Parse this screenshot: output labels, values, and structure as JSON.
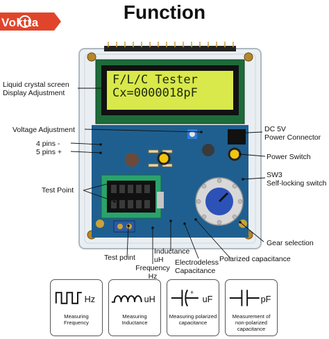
{
  "header": {
    "title": "Function",
    "brand": "Voktta"
  },
  "device": {
    "lcd_line1": "F/L/C Tester",
    "lcd_line2": "Cx=0000018pF"
  },
  "callouts": {
    "lcd": [
      "Liquid crystal screen",
      "Display Adjustment"
    ],
    "voltage": "Voltage Adjustment",
    "pins_minus": "4 pins -",
    "pins_plus": "5 pins +",
    "test_point_left": "Test Point",
    "test_point_bottom": "Test point",
    "dc_power": [
      "DC 5V",
      "Power Connector"
    ],
    "power_switch": "Power Switch",
    "sw3": [
      "SW3",
      "Self-locking switch"
    ],
    "gear": "Gear selection",
    "polarized": "Polarized capacitance",
    "electrodeless": [
      "Electrodeless",
      "Capacitance"
    ],
    "inductance": [
      "Inductance",
      "uH"
    ],
    "frequency": [
      "Frequency",
      "Hz"
    ]
  },
  "cards": [
    {
      "unit": "Hz",
      "caption": [
        "Measuring",
        "Frequency"
      ],
      "icon": "square-wave-icon"
    },
    {
      "unit": "uH",
      "caption": [
        "Measuring",
        "Inductance"
      ],
      "icon": "inductor-coil-icon"
    },
    {
      "unit": "uF",
      "caption": [
        "Measuring polarized",
        "capacitance"
      ],
      "icon": "polarized-capacitor-icon"
    },
    {
      "unit": "pF",
      "caption": [
        "Measurement of",
        "non-polarized",
        "capacitance"
      ],
      "icon": "capacitor-icon"
    }
  ],
  "colors": {
    "pcb": "#1f5f8f",
    "lcd": "#d9e84a",
    "brand": "#e0452b",
    "dial": "#2c52b8",
    "button": "#f1c40f"
  }
}
